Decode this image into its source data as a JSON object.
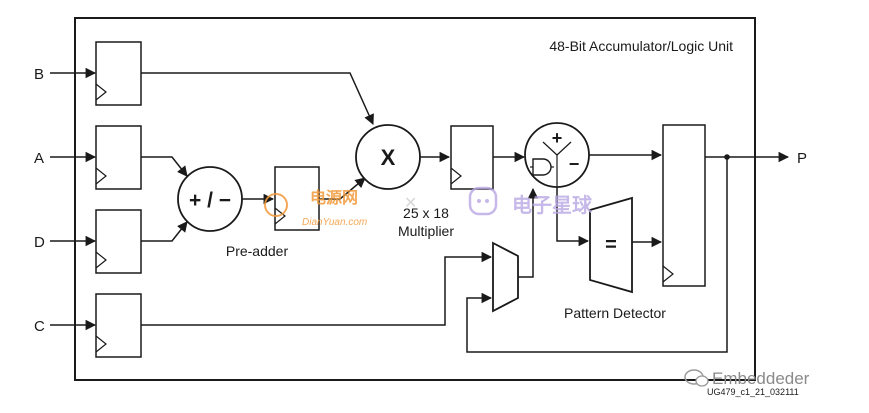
{
  "diagram": {
    "title": "48-Bit Accumulator/Logic Unit",
    "inputs": {
      "b": "B",
      "a": "A",
      "d": "D",
      "c": "C"
    },
    "output": "P",
    "preadder": {
      "symbol": "+ / −",
      "label": "Pre-adder"
    },
    "multiplier": {
      "symbol": "X",
      "label_line1": "25 x 18",
      "label_line2": "Multiplier"
    },
    "alu": {
      "plus": "+",
      "minus": "−"
    },
    "pattern_detector": {
      "symbol": "=",
      "label": "Pattern Detector"
    },
    "figure_id": "UG479_c1_21_032111"
  },
  "watermarks": {
    "dianyuan_cn": "电源网",
    "dianyuan_en": "DianYuan.com",
    "elecfans": "电子星球",
    "wechat": "Embeddeder"
  },
  "colors": {
    "line": "#1a1a1a",
    "watermark_orange": "#f29a3a",
    "watermark_purple": "#b9a7e3"
  }
}
